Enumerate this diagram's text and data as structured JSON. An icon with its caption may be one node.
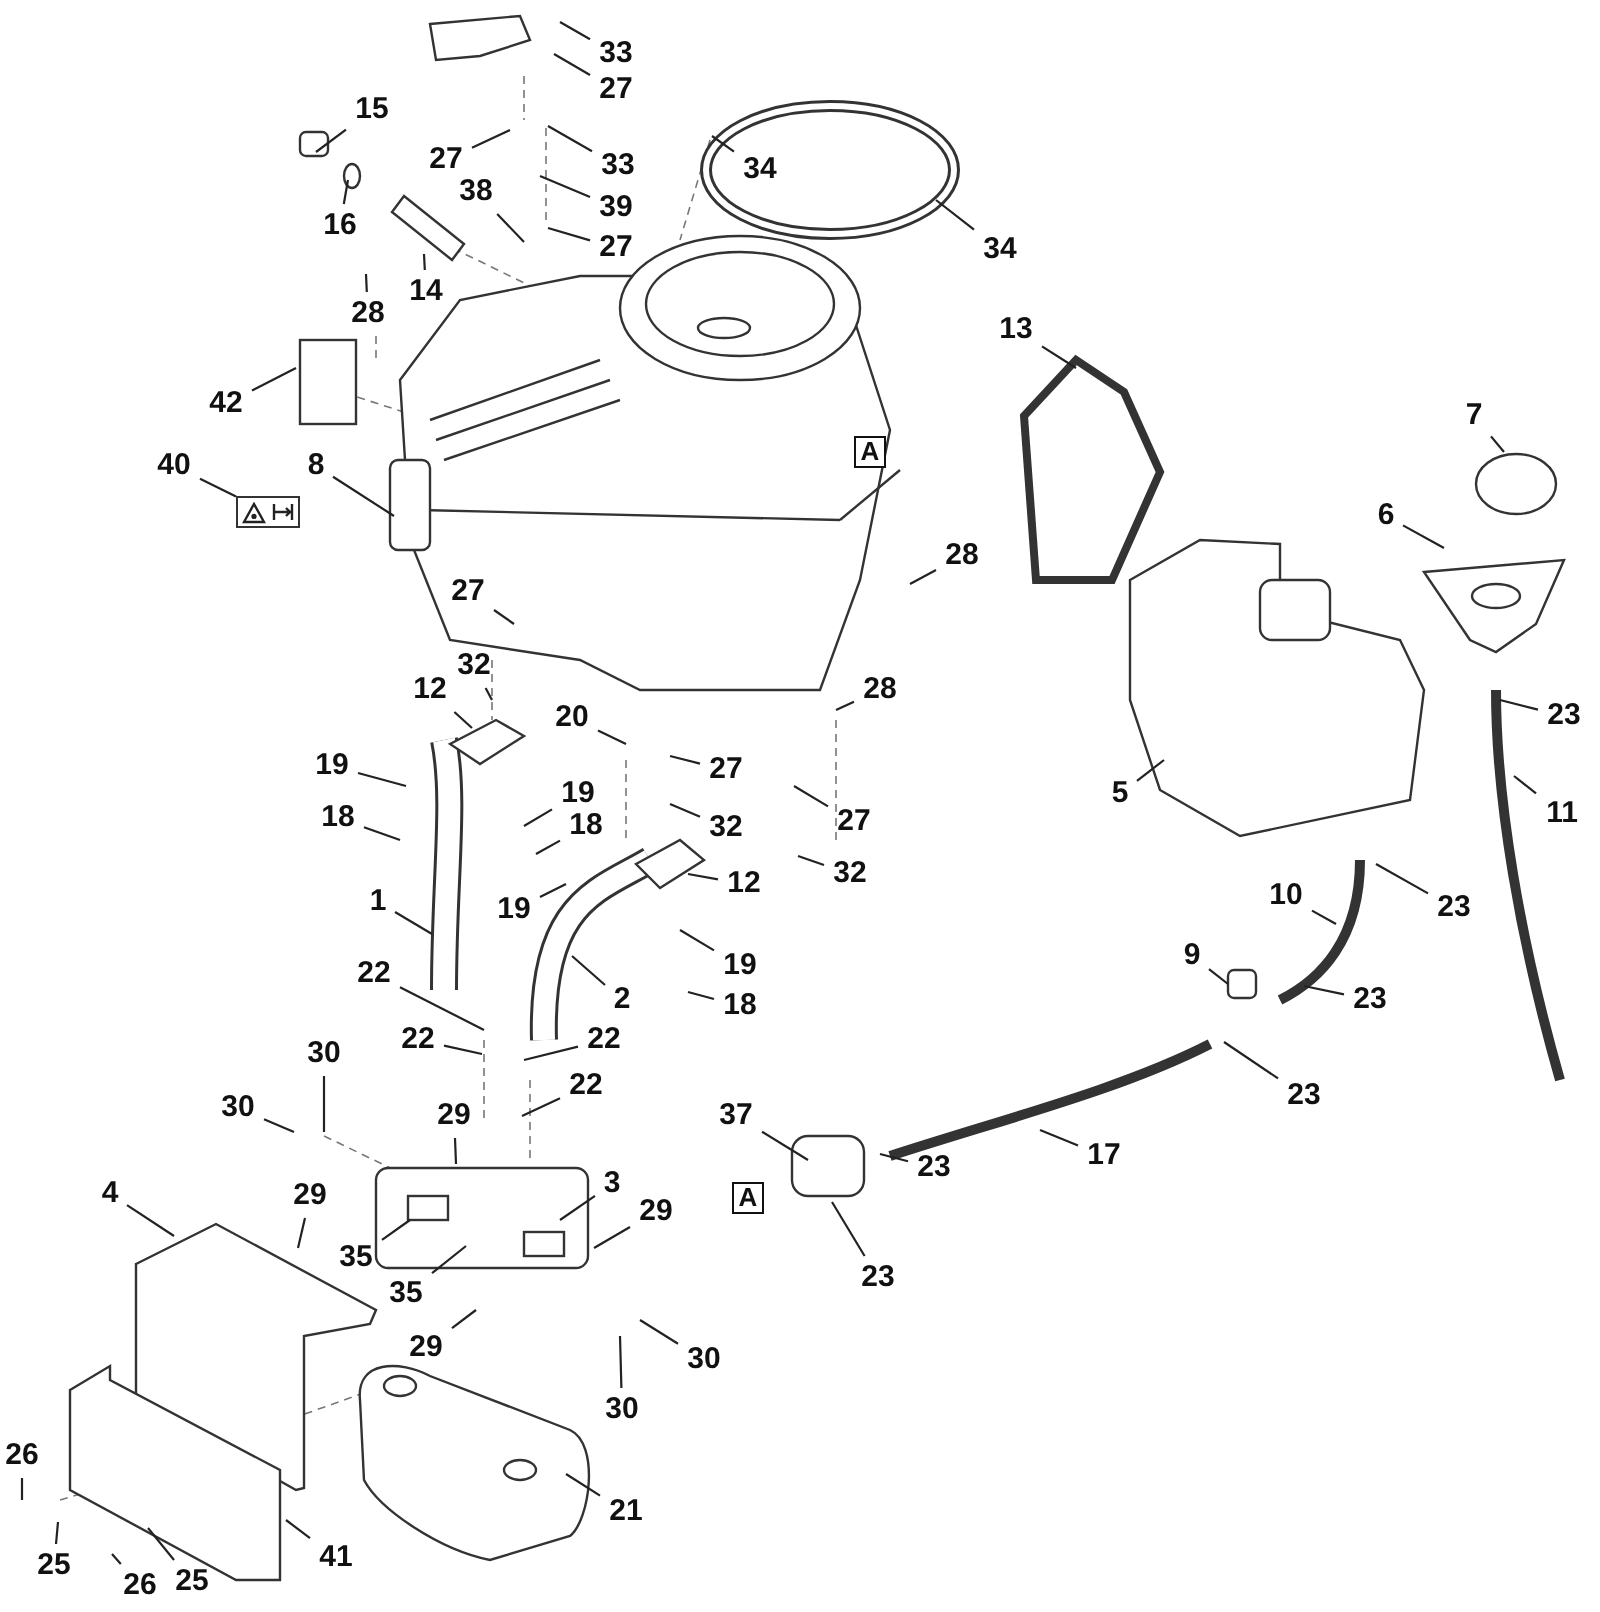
{
  "diagram": {
    "nodes": [
      {
        "text": [
          "33"
        ]
      },
      {
        "text": [
          "27"
        ]
      },
      {
        "text": [
          "15"
        ]
      },
      {
        "text": [
          "27"
        ]
      },
      {
        "text": [
          "33"
        ]
      },
      {
        "text": [
          "34"
        ]
      },
      {
        "text": [
          "38"
        ]
      },
      {
        "text": [
          "39"
        ]
      },
      {
        "text": [
          "16"
        ]
      },
      {
        "text": [
          "27"
        ]
      },
      {
        "text": [
          "34"
        ]
      },
      {
        "text": [
          "14"
        ]
      },
      {
        "text": [
          "28"
        ]
      },
      {
        "text": [
          "13"
        ]
      },
      {
        "text": [
          "42"
        ]
      },
      {
        "text": [
          "7"
        ]
      },
      {
        "text": [
          "A"
        ]
      },
      {
        "text": [
          "40"
        ]
      },
      {
        "text": [
          "8"
        ]
      },
      {
        "text": [],
        "shape": "picture"
      },
      {
        "text": [
          "6"
        ]
      },
      {
        "text": [
          "28"
        ]
      },
      {
        "text": [
          "27"
        ]
      },
      {
        "text": [
          "32"
        ]
      },
      {
        "text": [
          "12"
        ]
      },
      {
        "text": [
          "28"
        ]
      },
      {
        "text": [
          "20"
        ]
      },
      {
        "text": [
          "23"
        ]
      },
      {
        "text": [
          "19"
        ]
      },
      {
        "text": [
          "27"
        ]
      },
      {
        "text": [
          "5"
        ]
      },
      {
        "text": [
          "19"
        ]
      },
      {
        "text": [
          "11"
        ]
      },
      {
        "text": [
          "18"
        ]
      },
      {
        "text": [
          "27"
        ]
      },
      {
        "text": [
          "18"
        ]
      },
      {
        "text": [
          "32"
        ]
      },
      {
        "text": [
          "32"
        ]
      },
      {
        "text": [
          "12"
        ]
      },
      {
        "text": [
          "10"
        ]
      },
      {
        "text": [
          "1"
        ]
      },
      {
        "text": [
          "19"
        ]
      },
      {
        "text": [
          "23"
        ]
      },
      {
        "text": [
          "2"
        ]
      },
      {
        "text": [
          "19"
        ]
      },
      {
        "text": [
          "9"
        ]
      },
      {
        "text": [
          "22"
        ]
      },
      {
        "text": [
          "23"
        ]
      },
      {
        "text": [
          "18"
        ]
      },
      {
        "text": [
          "22"
        ]
      },
      {
        "text": [
          "22"
        ]
      },
      {
        "text": [
          "30"
        ]
      },
      {
        "text": [
          "22"
        ]
      },
      {
        "text": [
          "23"
        ]
      },
      {
        "text": [
          "30"
        ]
      },
      {
        "text": [
          "29"
        ]
      },
      {
        "text": [
          "37"
        ]
      },
      {
        "text": [
          "17"
        ]
      },
      {
        "text": [
          "23"
        ]
      },
      {
        "text": [
          "4"
        ]
      },
      {
        "text": [
          "29"
        ]
      },
      {
        "text": [
          "3"
        ]
      },
      {
        "text": [
          "29"
        ]
      },
      {
        "text": [
          "A"
        ]
      },
      {
        "text": [
          "35"
        ]
      },
      {
        "text": [
          "23"
        ]
      },
      {
        "text": [
          "35"
        ]
      },
      {
        "text": [
          "29"
        ]
      },
      {
        "text": [
          "30"
        ]
      },
      {
        "text": [
          "30"
        ]
      },
      {
        "text": [
          "26"
        ]
      },
      {
        "text": [
          "21"
        ]
      },
      {
        "text": [
          "41"
        ]
      },
      {
        "text": [
          "25"
        ]
      },
      {
        "text": [
          "26"
        ]
      },
      {
        "text": [
          "25"
        ]
      }
    ],
    "edges": [
      {
        "from": 0,
        "to": null,
        "arrow": "none"
      },
      {
        "from": 1,
        "to": null,
        "arrow": "none"
      },
      {
        "from": 2,
        "to": null,
        "arrow": "none"
      },
      {
        "from": 3,
        "to": null,
        "arrow": "none"
      },
      {
        "from": 4,
        "to": null,
        "arrow": "none"
      },
      {
        "from": 5,
        "to": null,
        "arrow": "none"
      },
      {
        "from": 6,
        "to": null,
        "arrow": "none"
      },
      {
        "from": 7,
        "to": null,
        "arrow": "none"
      },
      {
        "from": 8,
        "to": null,
        "arrow": "none"
      },
      {
        "from": 9,
        "to": null,
        "arrow": "none"
      },
      {
        "from": 10,
        "to": null,
        "arrow": "none"
      },
      {
        "from": 11,
        "to": null,
        "arrow": "none"
      },
      {
        "from": 12,
        "to": null,
        "arrow": "none"
      },
      {
        "from": 13,
        "to": null,
        "arrow": "none"
      },
      {
        "from": 14,
        "to": null,
        "arrow": "none"
      },
      {
        "from": 15,
        "to": null,
        "arrow": "none"
      },
      {
        "from": 17,
        "to": 19,
        "arrow": "none"
      },
      {
        "from": 18,
        "to": null,
        "arrow": "none"
      },
      {
        "from": 20,
        "to": null,
        "arrow": "none"
      },
      {
        "from": 21,
        "to": null,
        "arrow": "none"
      },
      {
        "from": 22,
        "to": null,
        "arrow": "none"
      },
      {
        "from": 23,
        "to": null,
        "arrow": "none"
      },
      {
        "from": 24,
        "to": null,
        "arrow": "none"
      },
      {
        "from": 25,
        "to": null,
        "arrow": "none"
      },
      {
        "from": 26,
        "to": null,
        "arrow": "none"
      },
      {
        "from": 27,
        "to": null,
        "arrow": "none"
      },
      {
        "from": 28,
        "to": null,
        "arrow": "none"
      },
      {
        "from": 29,
        "to": null,
        "arrow": "none"
      },
      {
        "from": 30,
        "to": null,
        "arrow": "none"
      },
      {
        "from": 31,
        "to": null,
        "arrow": "none"
      },
      {
        "from": 32,
        "to": null,
        "arrow": "none"
      },
      {
        "from": 33,
        "to": null,
        "arrow": "none"
      },
      {
        "from": 34,
        "to": null,
        "arrow": "none"
      },
      {
        "from": 35,
        "to": null,
        "arrow": "none"
      },
      {
        "from": 36,
        "to": null,
        "arrow": "none"
      },
      {
        "from": 37,
        "to": null,
        "arrow": "none"
      },
      {
        "from": 38,
        "to": null,
        "arrow": "none"
      },
      {
        "from": 39,
        "to": null,
        "arrow": "none"
      },
      {
        "from": 40,
        "to": null,
        "arrow": "none"
      },
      {
        "from": 41,
        "to": null,
        "arrow": "none"
      },
      {
        "from": 42,
        "to": null,
        "arrow": "none"
      },
      {
        "from": 43,
        "to": null,
        "arrow": "none"
      },
      {
        "from": 44,
        "to": null,
        "arrow": "none"
      },
      {
        "from": 45,
        "to": null,
        "arrow": "none"
      },
      {
        "from": 46,
        "to": null,
        "arrow": "none"
      },
      {
        "from": 47,
        "to": null,
        "arrow": "none"
      },
      {
        "from": 48,
        "to": null,
        "arrow": "none"
      },
      {
        "from": 49,
        "to": null,
        "arrow": "none"
      },
      {
        "from": 50,
        "to": null,
        "arrow": "none"
      },
      {
        "from": 51,
        "to": null,
        "arrow": "none"
      },
      {
        "from": 52,
        "to": null,
        "arrow": "none"
      },
      {
        "from": 53,
        "to": null,
        "arrow": "none"
      },
      {
        "from": 54,
        "to": null,
        "arrow": "none"
      },
      {
        "from": 55,
        "to": null,
        "arrow": "none"
      },
      {
        "from": 56,
        "to": null,
        "arrow": "none"
      },
      {
        "from": 57,
        "to": null,
        "arrow": "none"
      },
      {
        "from": 58,
        "to": null,
        "arrow": "none"
      },
      {
        "from": 59,
        "to": null,
        "arrow": "none"
      },
      {
        "from": 60,
        "to": null,
        "arrow": "none"
      },
      {
        "from": 61,
        "to": null,
        "arrow": "none"
      },
      {
        "from": 62,
        "to": null,
        "arrow": "none"
      },
      {
        "from": 64,
        "to": null,
        "arrow": "none"
      },
      {
        "from": 65,
        "to": null,
        "arrow": "none"
      },
      {
        "from": 66,
        "to": null,
        "arrow": "none"
      },
      {
        "from": 67,
        "to": null,
        "arrow": "none"
      },
      {
        "from": 68,
        "to": null,
        "arrow": "none"
      },
      {
        "from": 69,
        "to": null,
        "arrow": "none"
      },
      {
        "from": 70,
        "to": null,
        "arrow": "none"
      },
      {
        "from": 71,
        "to": null,
        "arrow": "none"
      },
      {
        "from": 72,
        "to": null,
        "arrow": "none"
      },
      {
        "from": 73,
        "to": null,
        "arrow": "none"
      },
      {
        "from": 74,
        "to": null,
        "arrow": "none"
      },
      {
        "from": 75,
        "to": null,
        "arrow": "none"
      }
    ]
  }
}
